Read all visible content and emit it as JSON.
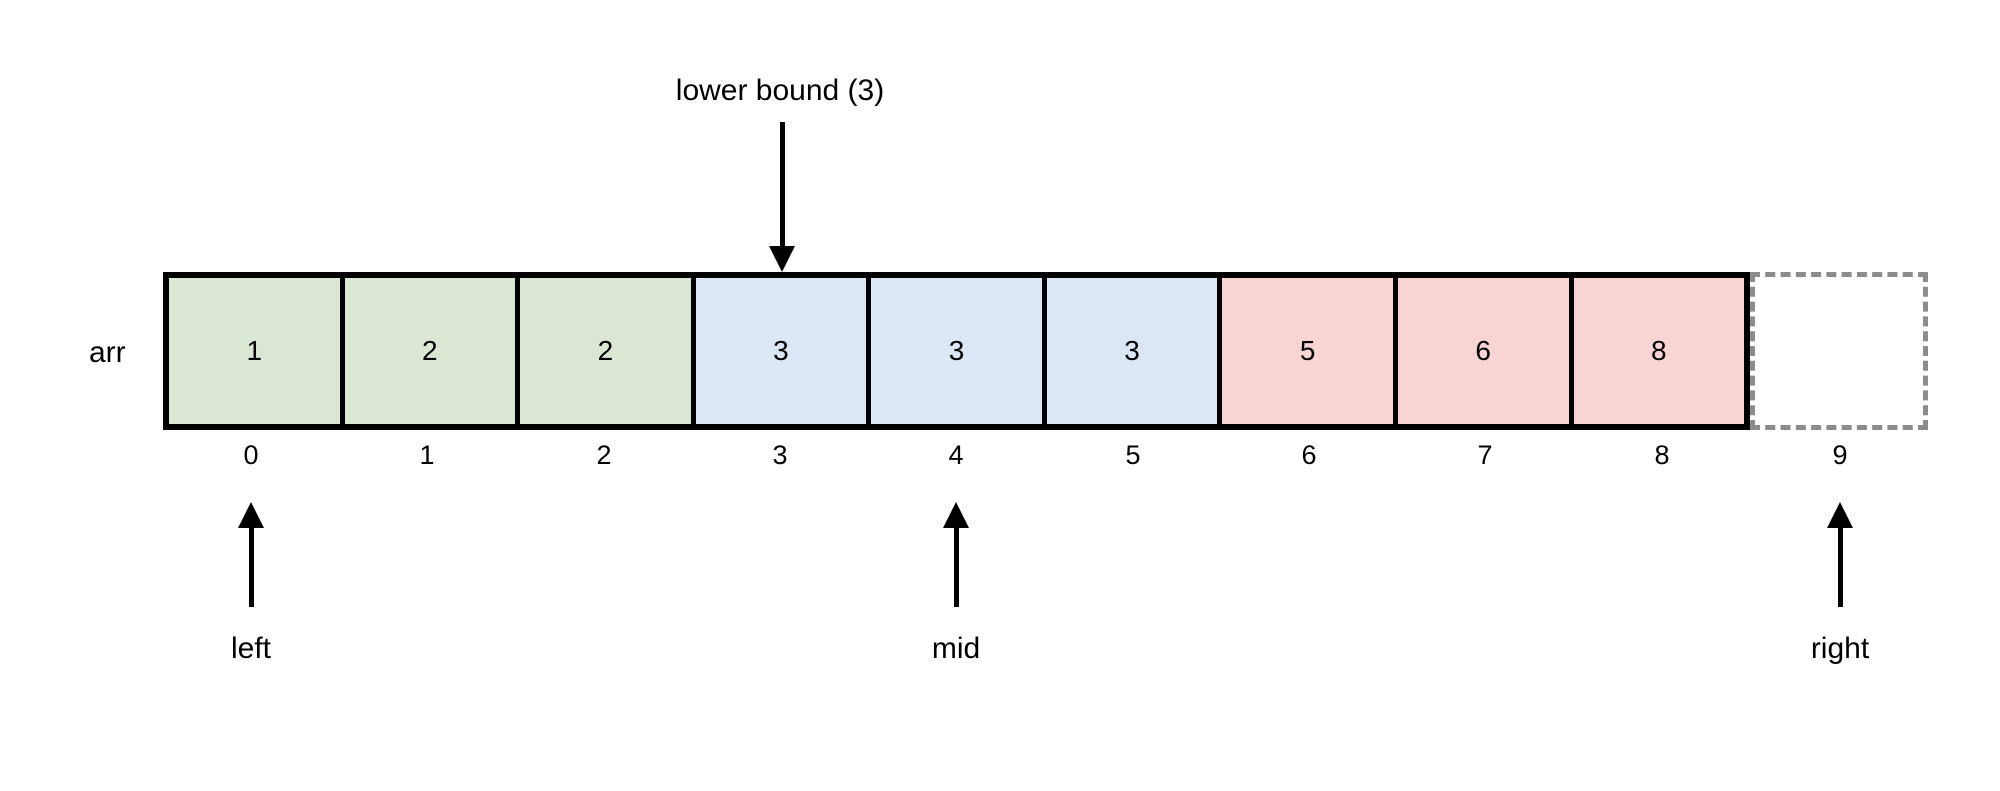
{
  "diagram": {
    "array_name": "arr",
    "values": [
      "1",
      "2",
      "2",
      "3",
      "3",
      "3",
      "5",
      "6",
      "8"
    ],
    "indices": [
      "0",
      "1",
      "2",
      "3",
      "4",
      "5",
      "6",
      "7",
      "8",
      "9"
    ],
    "cell_groups": [
      "green",
      "green",
      "green",
      "blue",
      "blue",
      "blue",
      "pink",
      "pink",
      "pink"
    ],
    "phantom_cell": {
      "index": "9",
      "style": "dashed",
      "value": ""
    },
    "annotations": {
      "lower_bound": "lower bound (3)",
      "left": "left",
      "mid": "mid",
      "right": "right"
    },
    "colors": {
      "green": "#d9e7d4",
      "blue": "#dce6f5",
      "pink": "#f8d4d4",
      "border": "#000000",
      "dashed_border": "#8c8c8c",
      "background": "#ffffff"
    }
  }
}
